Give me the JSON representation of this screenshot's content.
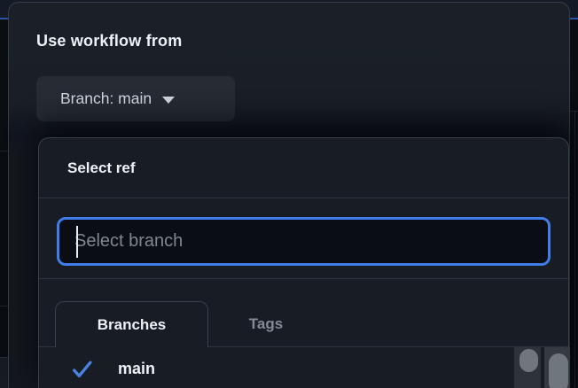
{
  "colors": {
    "accent_focus": "#3f7ee8",
    "check_blue": "#4a82e0",
    "background_accent_line": "#2d53a6",
    "panel_background": "#1a1f27",
    "modal_background": "#181d25",
    "border": "#3a414b",
    "text_primary": "#eef2f7",
    "text_muted": "#7e8791"
  },
  "popover": {
    "title": "Use workflow from",
    "branch_button": {
      "label": "Branch: main",
      "icon": "caret-down"
    }
  },
  "select_menu": {
    "title": "Select ref",
    "filter": {
      "placeholder": "Select branch",
      "value": ""
    },
    "tabs": [
      {
        "label": "Branches",
        "active": true
      },
      {
        "label": "Tags",
        "active": false
      }
    ],
    "items": [
      {
        "label": "main",
        "checked": true,
        "icon": "check"
      }
    ]
  }
}
